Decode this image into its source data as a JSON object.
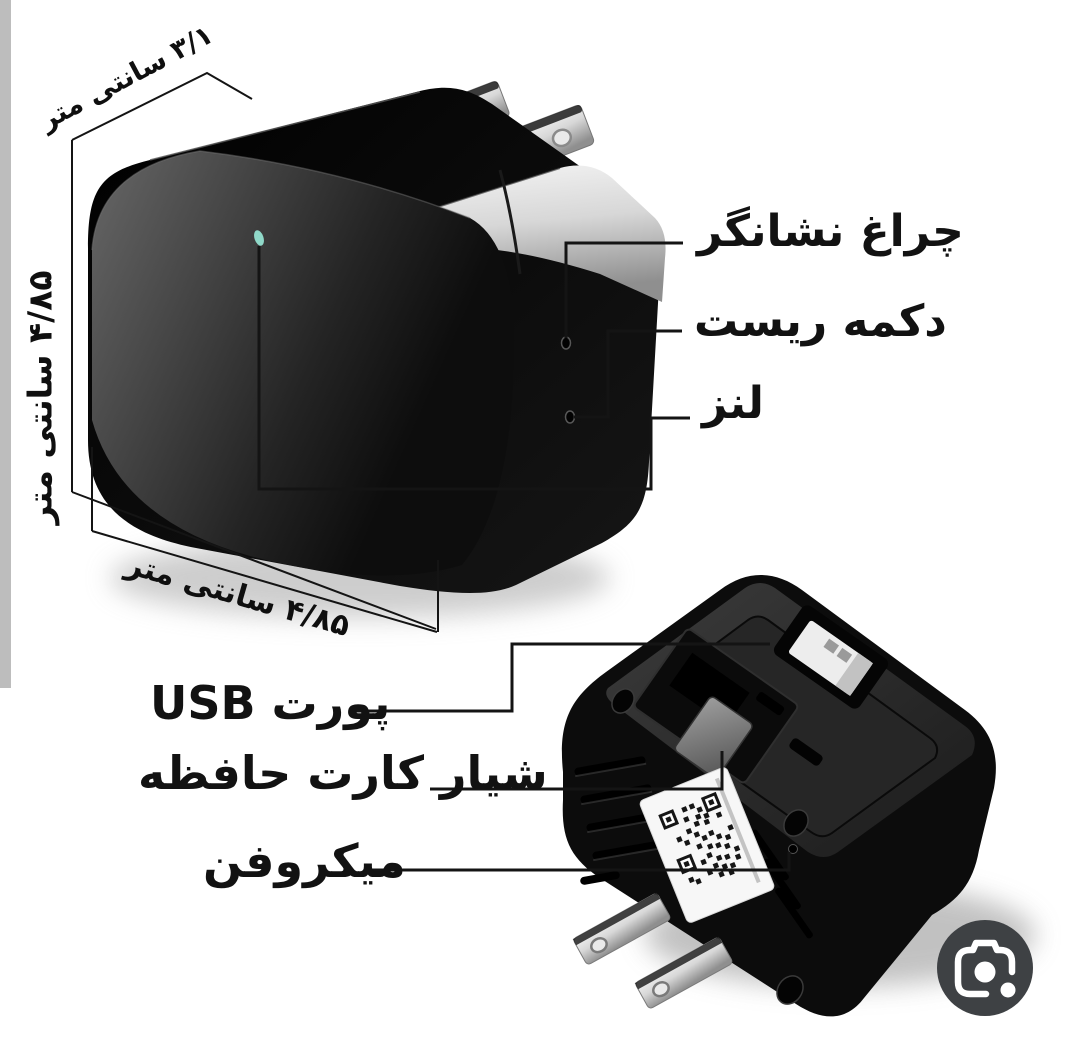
{
  "page": {
    "background": "#ffffff",
    "left_strip_color": "#bdbdbd"
  },
  "device_front_view": {
    "description": "black-cube-usb-wall-charger-front",
    "dimensions": {
      "top": "۳/۱ سانتی متر",
      "left": "۴/۸۵ سانتی متر",
      "bottom": "۴/۸۵ سانتی متر"
    },
    "callouts": [
      {
        "id": "indicator-light",
        "label": "چراغ نشانگر"
      },
      {
        "id": "reset-button",
        "label": "دکمه ریست"
      },
      {
        "id": "lens",
        "label": "لنز"
      }
    ],
    "led_color": "#8fd8c8"
  },
  "device_bottom_view": {
    "description": "black-cube-usb-wall-charger-bottom",
    "callouts": [
      {
        "id": "usb-port",
        "label": "پورت USB"
      },
      {
        "id": "memory-card-slot",
        "label": "شیار کارت حافظه"
      },
      {
        "id": "microphone",
        "label": "میکروفن"
      }
    ]
  },
  "lens_button": {
    "icon": "google-lens-camera-icon",
    "background": "#3e4144",
    "glyph_color": "#ffffff"
  }
}
